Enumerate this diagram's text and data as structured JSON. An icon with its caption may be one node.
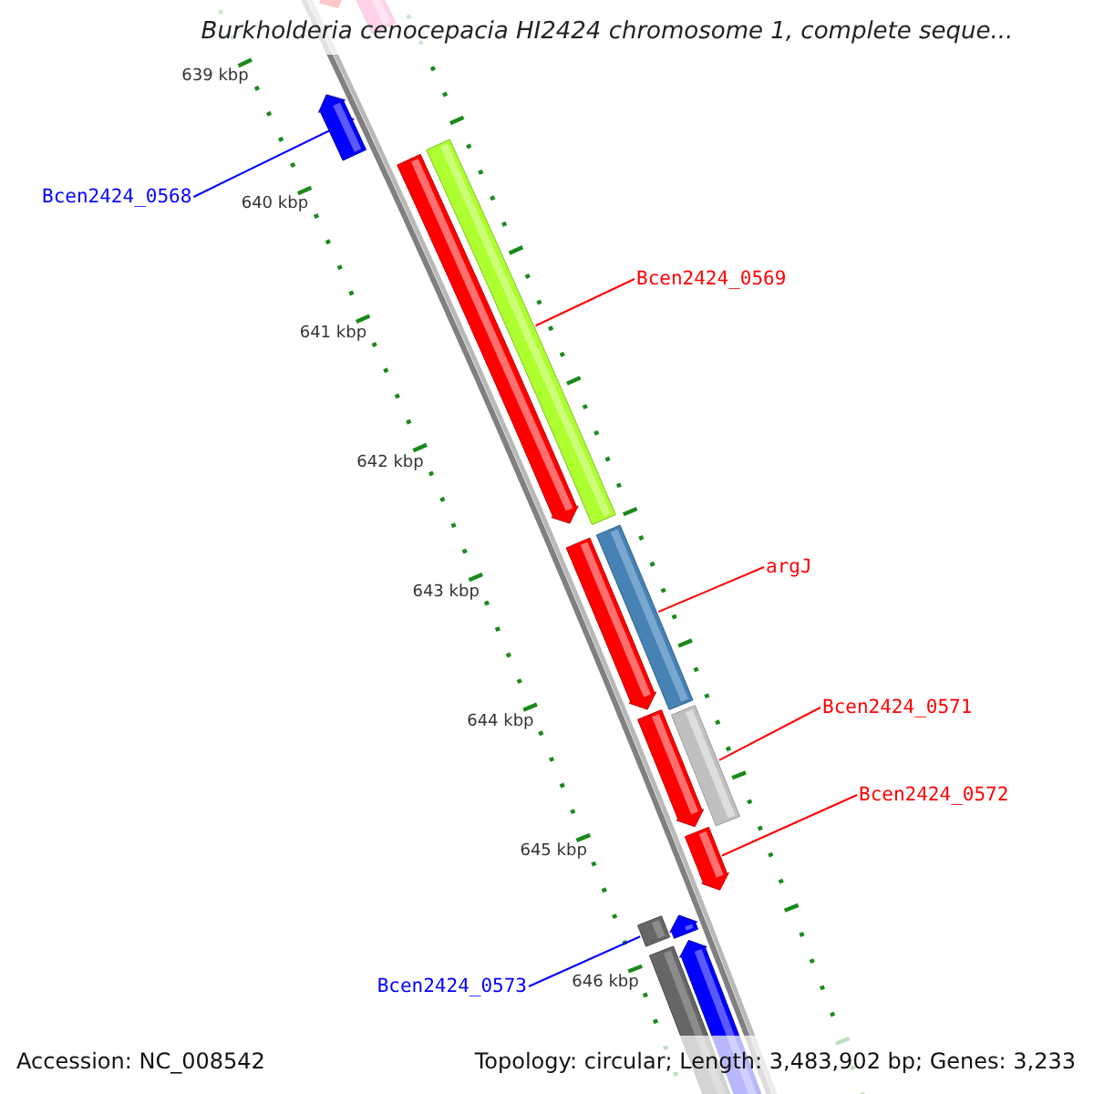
{
  "diagram": {
    "title": "Burkholderia cenocepacia HI2424 chromosome 1, complete seque...",
    "nodes": [
      {
        "text": [
          "Bcen2424_0568"
        ]
      },
      {
        "text": [],
        "shape": "arrow"
      },
      {
        "text": [
          "Bcen2424_0569"
        ]
      },
      {
        "text": [],
        "shape": "bar"
      },
      {
        "text": [
          "argJ"
        ]
      },
      {
        "text": [],
        "shape": "bar"
      },
      {
        "text": [
          "Bcen2424_0571"
        ]
      },
      {
        "text": [],
        "shape": "bar"
      },
      {
        "text": [
          "Bcen2424_0572"
        ]
      },
      {
        "text": [],
        "shape": "arrow"
      },
      {
        "text": [
          "Bcen2424_0573"
        ]
      },
      {
        "text": [],
        "shape": "bar"
      }
    ],
    "edges": [
      {
        "from": 0,
        "to": 1,
        "arrow": "none",
        "color": "#0000ff"
      },
      {
        "from": 2,
        "to": 3,
        "arrow": "none"
      },
      {
        "from": 4,
        "to": 5,
        "arrow": "none"
      },
      {
        "from": 6,
        "to": 7,
        "arrow": "none"
      },
      {
        "from": 8,
        "to": 9,
        "arrow": "none"
      },
      {
        "from": 10,
        "to": 11,
        "arrow": "none",
        "color": "#0000ff"
      }
    ],
    "labels": [
      "639 kbp",
      "640 kbp",
      "641 kbp",
      "642 kbp",
      "643 kbp",
      "644 kbp",
      "645 kbp",
      "646 kbp",
      "Accession: NC_008542",
      "Topology: circular; Length: 3,483,902 bp; Genes: 3,233"
    ]
  }
}
